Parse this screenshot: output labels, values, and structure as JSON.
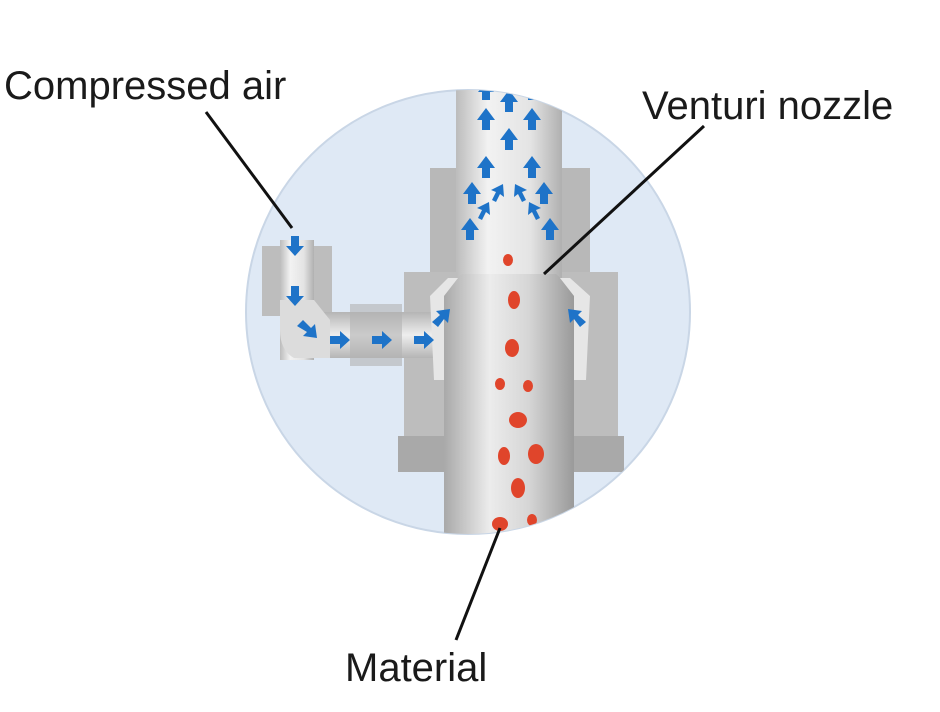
{
  "labels": {
    "compressed_air": "Compressed air",
    "venturi_nozzle": "Venturi nozzle",
    "material": "Material"
  },
  "colors": {
    "background_circle": "#dfe9f5",
    "circle_outline": "#c9d6e6",
    "housing_gray": "#bdbdbd",
    "housing_dark": "#9e9e9e",
    "tube_light": "#e9e9e9",
    "air_arrow": "#1e73c8",
    "material_particle": "#e0452b",
    "leader_line": "#111111"
  },
  "icons": {
    "air_flow": "blue-arrow-icon",
    "material_particle": "red-particle-icon"
  }
}
